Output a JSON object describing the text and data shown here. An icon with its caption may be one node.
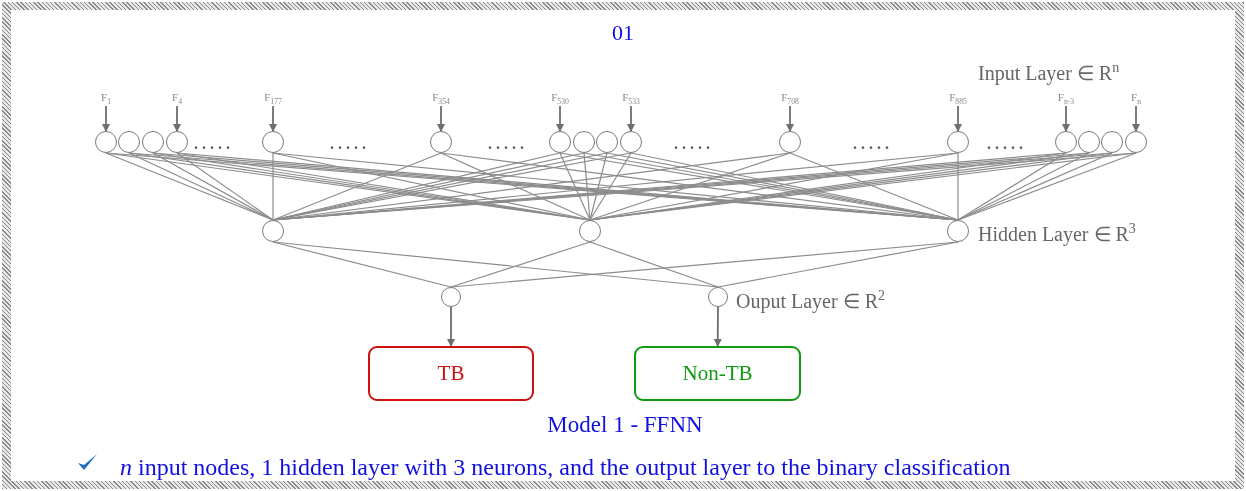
{
  "diagram": {
    "title": "01",
    "caption": "Model 1 - FFNN",
    "nodes": [
      {
        "text": [
          "F$_{1}$"
        ]
      },
      {
        "text": [
          "F$_{4}$"
        ]
      },
      {
        "text": [
          "F$_{177}$"
        ]
      },
      {
        "text": [
          "F$_{354}$"
        ]
      },
      {
        "text": [
          "F$_{530}$"
        ]
      },
      {
        "text": [
          "F$_{533}$"
        ]
      },
      {
        "text": [
          "F$_{708}$"
        ]
      },
      {
        "text": [
          "F$_{885}$"
        ]
      },
      {
        "text": [
          "F$_{n-3}$"
        ]
      },
      {
        "text": [
          "F$_{n}$"
        ]
      },
      {
        "text": [],
        "shape": "circle"
      },
      {
        "text": [],
        "shape": "circle"
      },
      {
        "text": [],
        "shape": "circle"
      },
      {
        "text": [],
        "shape": "circle"
      },
      {
        "text": [],
        "shape": "circle"
      },
      {
        "text": [],
        "shape": "circle"
      },
      {
        "text": [],
        "shape": "circle"
      },
      {
        "text": [],
        "shape": "circle"
      },
      {
        "text": [],
        "shape": "circle"
      },
      {
        "text": [],
        "shape": "circle"
      },
      {
        "text": [],
        "shape": "circle"
      },
      {
        "text": [],
        "shape": "circle"
      },
      {
        "text": [],
        "shape": "circle"
      },
      {
        "text": [],
        "shape": "circle"
      },
      {
        "text": [],
        "shape": "circle"
      },
      {
        "text": [],
        "shape": "circle"
      },
      {
        "text": [],
        "shape": "circle"
      },
      {
        "text": [],
        "shape": "circle"
      },
      {
        "text": [],
        "shape": "circle",
        "beside": [
          "Hidden Layer ∈ R$^{3}$"
        ]
      },
      {
        "text": [],
        "shape": "circle"
      },
      {
        "text": [],
        "shape": "circle",
        "beside": [
          "Ouput Layer ∈ R$^{2}$"
        ]
      },
      {
        "text": [
          "TB"
        ]
      },
      {
        "text": [
          "Non-TB"
        ]
      }
    ],
    "edges": [
      {
        "from": 0,
        "to": 10,
        "arrow": "to"
      },
      {
        "from": 1,
        "to": 13,
        "arrow": "to"
      },
      {
        "from": 2,
        "to": 14,
        "arrow": "to"
      },
      {
        "from": 3,
        "to": 15,
        "arrow": "to"
      },
      {
        "from": 4,
        "to": 16,
        "arrow": "to"
      },
      {
        "from": 5,
        "to": 19,
        "arrow": "to"
      },
      {
        "from": 6,
        "to": 20,
        "arrow": "to"
      },
      {
        "from": 7,
        "to": 21,
        "arrow": "to"
      },
      {
        "from": 8,
        "to": 22,
        "arrow": "to"
      },
      {
        "from": 9,
        "to": 25,
        "arrow": "to"
      },
      {
        "from": 10,
        "to": 26,
        "arrow": "none"
      },
      {
        "from": 10,
        "to": 27,
        "arrow": "none"
      },
      {
        "from": 10,
        "to": 28,
        "arrow": "none"
      },
      {
        "from": 11,
        "to": 26,
        "arrow": "none"
      },
      {
        "from": 11,
        "to": 27,
        "arrow": "none"
      },
      {
        "from": 11,
        "to": 28,
        "arrow": "none"
      },
      {
        "from": 12,
        "to": 26,
        "arrow": "none"
      },
      {
        "from": 12,
        "to": 27,
        "arrow": "none"
      },
      {
        "from": 12,
        "to": 28,
        "arrow": "none"
      },
      {
        "from": 13,
        "to": 26,
        "arrow": "none"
      },
      {
        "from": 13,
        "to": 27,
        "arrow": "none"
      },
      {
        "from": 13,
        "to": 28,
        "arrow": "none"
      },
      {
        "from": 14,
        "to": 26,
        "arrow": "none"
      },
      {
        "from": 14,
        "to": 27,
        "arrow": "none"
      },
      {
        "from": 14,
        "to": 28,
        "arrow": "none"
      },
      {
        "from": 15,
        "to": 26,
        "arrow": "none"
      },
      {
        "from": 15,
        "to": 27,
        "arrow": "none"
      },
      {
        "from": 15,
        "to": 28,
        "arrow": "none"
      },
      {
        "from": 16,
        "to": 26,
        "arrow": "none"
      },
      {
        "from": 16,
        "to": 27,
        "arrow": "none"
      },
      {
        "from": 16,
        "to": 28,
        "arrow": "none"
      },
      {
        "from": 17,
        "to": 26,
        "arrow": "none"
      },
      {
        "from": 17,
        "to": 27,
        "arrow": "none"
      },
      {
        "from": 17,
        "to": 28,
        "arrow": "none"
      },
      {
        "from": 18,
        "to": 26,
        "arrow": "none"
      },
      {
        "from": 18,
        "to": 27,
        "arrow": "none"
      },
      {
        "from": 18,
        "to": 28,
        "arrow": "none"
      },
      {
        "from": 19,
        "to": 26,
        "arrow": "none"
      },
      {
        "from": 19,
        "to": 27,
        "arrow": "none"
      },
      {
        "from": 19,
        "to": 28,
        "arrow": "none"
      },
      {
        "from": 20,
        "to": 26,
        "arrow": "none"
      },
      {
        "from": 20,
        "to": 27,
        "arrow": "none"
      },
      {
        "from": 20,
        "to": 28,
        "arrow": "none"
      },
      {
        "from": 21,
        "to": 26,
        "arrow": "none"
      },
      {
        "from": 21,
        "to": 27,
        "arrow": "none"
      },
      {
        "from": 21,
        "to": 28,
        "arrow": "none"
      },
      {
        "from": 22,
        "to": 26,
        "arrow": "none"
      },
      {
        "from": 22,
        "to": 27,
        "arrow": "none"
      },
      {
        "from": 22,
        "to": 28,
        "arrow": "none"
      },
      {
        "from": 23,
        "to": 26,
        "arrow": "none"
      },
      {
        "from": 23,
        "to": 27,
        "arrow": "none"
      },
      {
        "from": 23,
        "to": 28,
        "arrow": "none"
      },
      {
        "from": 24,
        "to": 26,
        "arrow": "none"
      },
      {
        "from": 24,
        "to": 27,
        "arrow": "none"
      },
      {
        "from": 24,
        "to": 28,
        "arrow": "none"
      },
      {
        "from": 25,
        "to": 26,
        "arrow": "none"
      },
      {
        "from": 25,
        "to": 27,
        "arrow": "none"
      },
      {
        "from": 25,
        "to": 28,
        "arrow": "none"
      },
      {
        "from": 26,
        "to": 29,
        "arrow": "none"
      },
      {
        "from": 26,
        "to": 30,
        "arrow": "none"
      },
      {
        "from": 27,
        "to": 29,
        "arrow": "none"
      },
      {
        "from": 27,
        "to": 30,
        "arrow": "none"
      },
      {
        "from": 28,
        "to": 29,
        "arrow": "none"
      },
      {
        "from": 28,
        "to": 30,
        "arrow": "none"
      },
      {
        "from": 29,
        "to": 31,
        "arrow": "to"
      },
      {
        "from": 30,
        "to": 32,
        "arrow": "to"
      }
    ],
    "labels": [
      "Input Layer ∈ R$^{n}$",
      ".....",
      ".....",
      ".....",
      ".....",
      ".....",
      ".....",
      "*n* input nodes, 1 hidden layer with 3 neurons, and the output layer to the binary classification"
    ]
  }
}
